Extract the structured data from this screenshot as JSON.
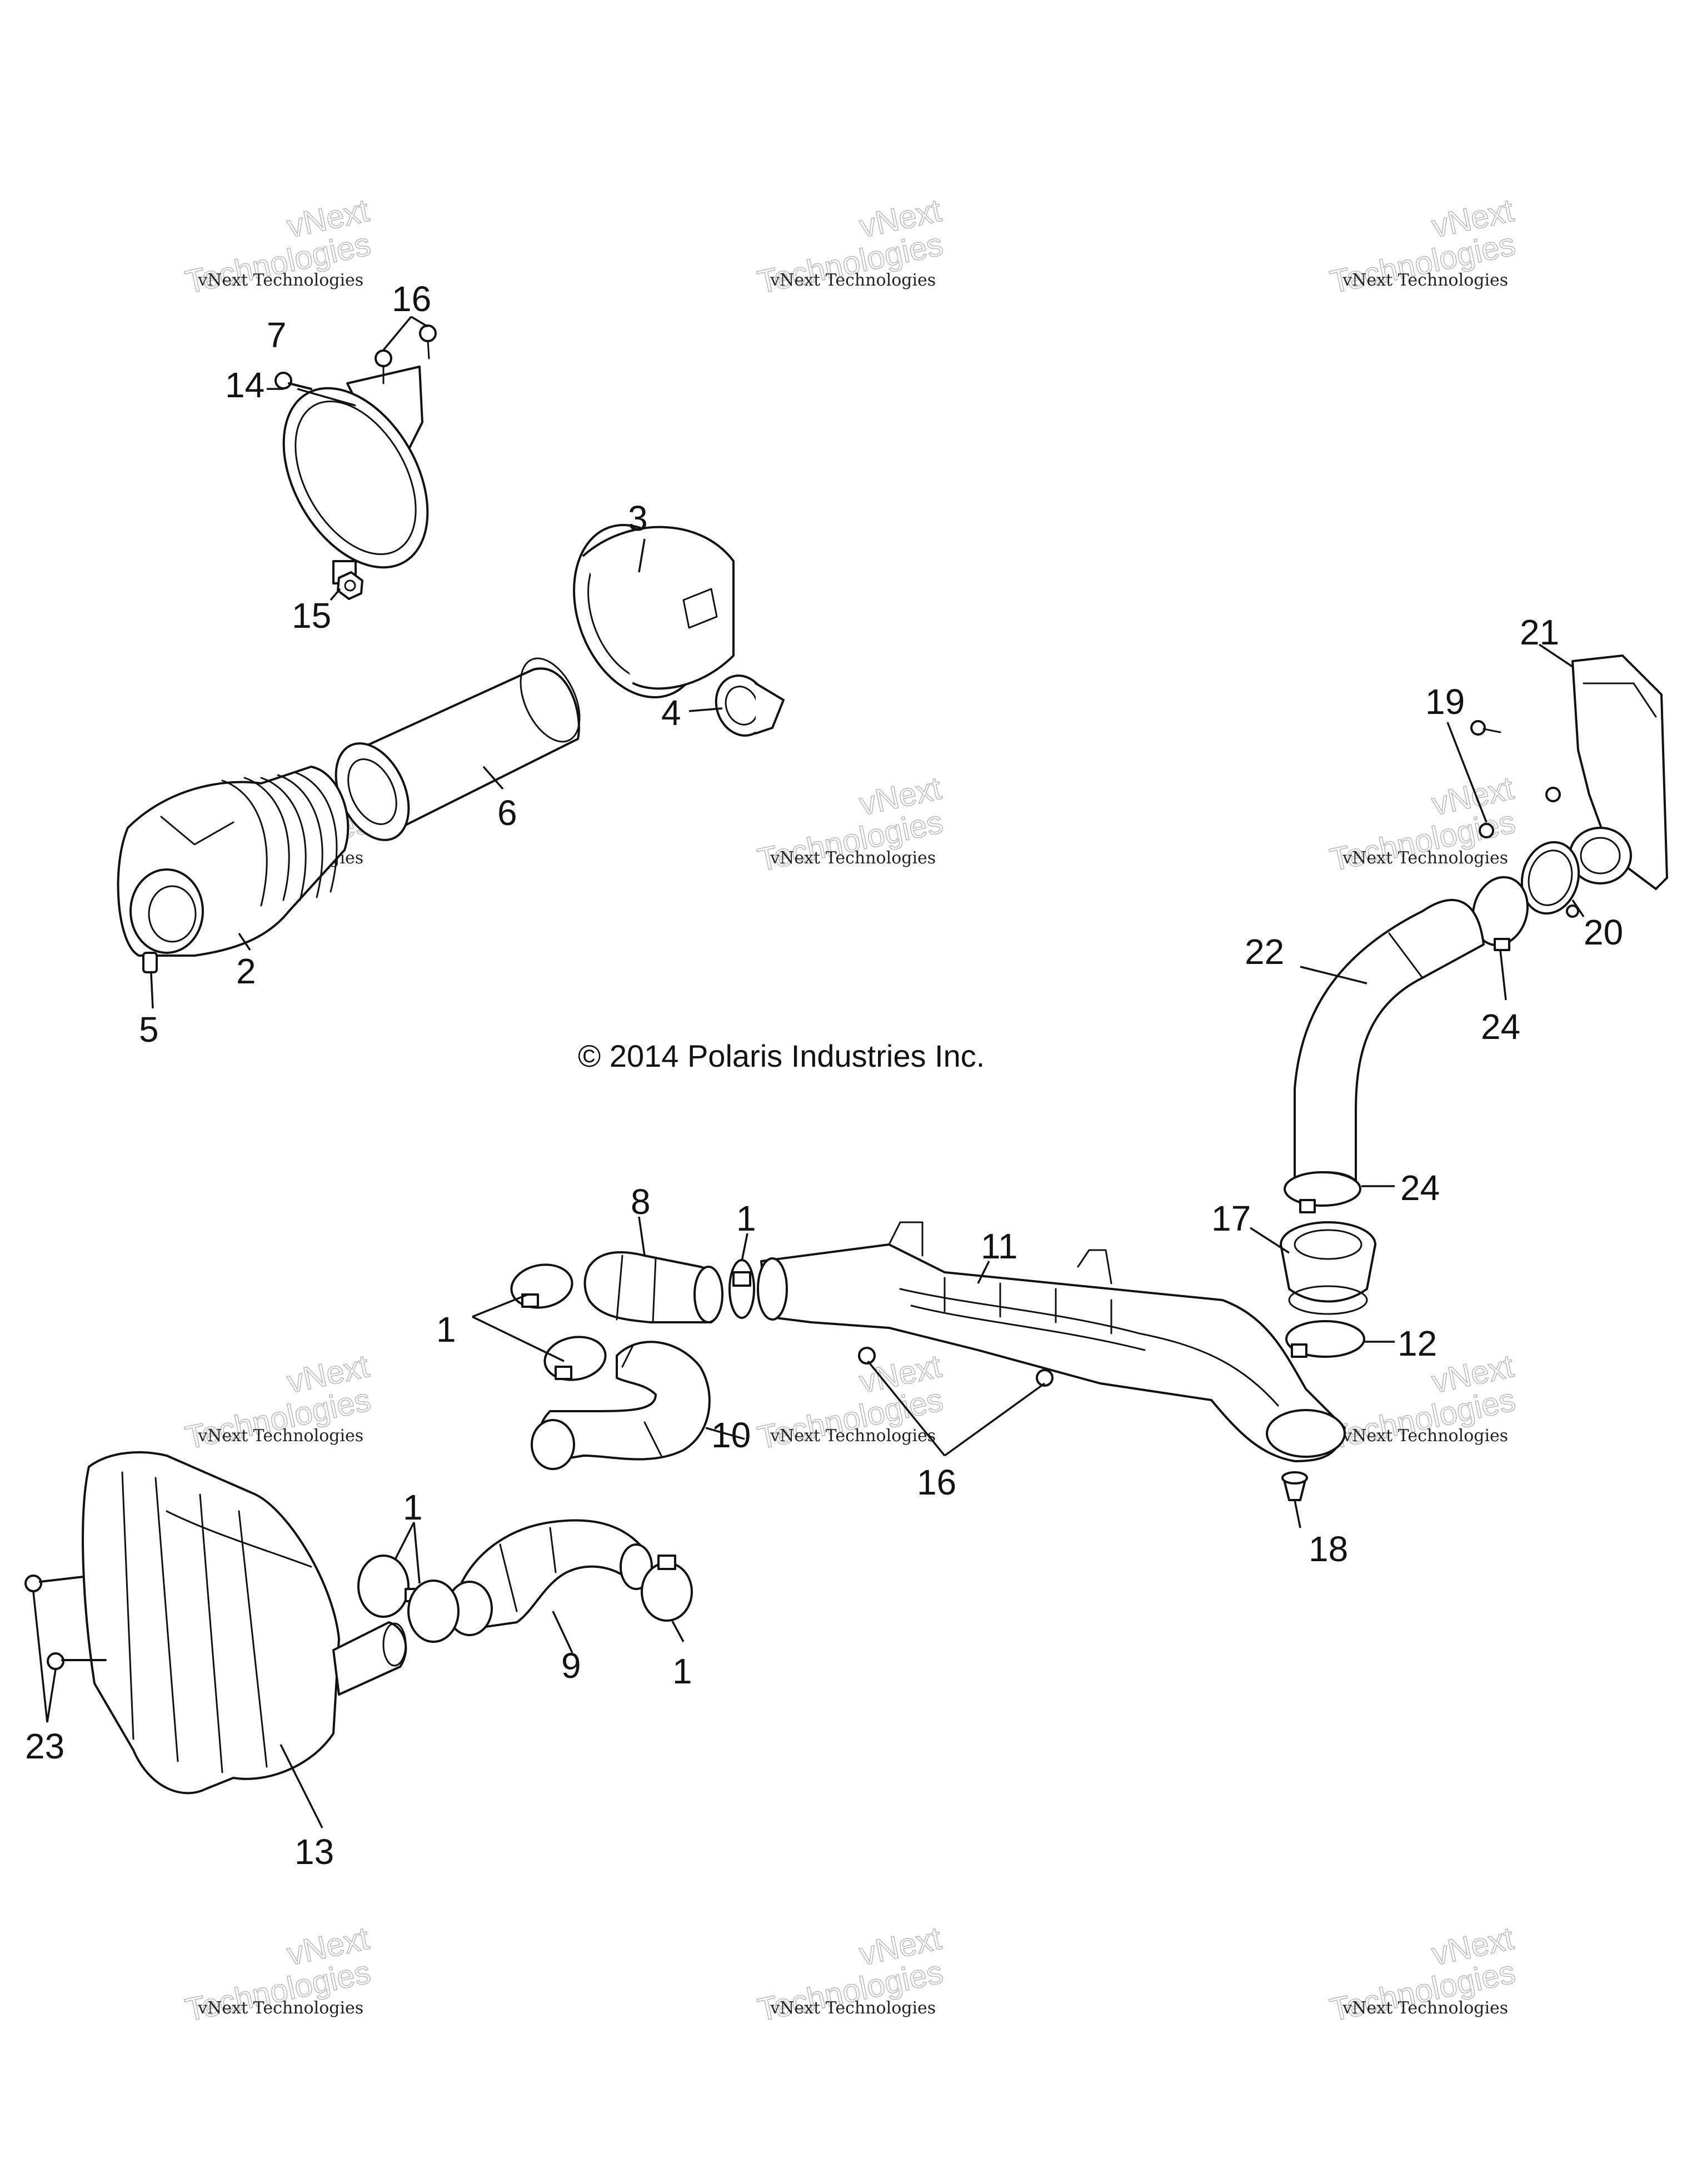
{
  "copyright": "© 2014 Polaris Industries Inc.",
  "watermark": {
    "line1": "vNext Technologies",
    "line2": "Technologies",
    "line3": "vNext"
  },
  "callouts": {
    "c1a": "1",
    "c1b": "1",
    "c1c": "1",
    "c1d": "1",
    "c2": "2",
    "c3": "3",
    "c4": "4",
    "c5": "5",
    "c6": "6",
    "c7": "7",
    "c8": "8",
    "c9": "9",
    "c10": "10",
    "c11": "11",
    "c12": "12",
    "c13": "13",
    "c14": "14",
    "c15": "15",
    "c16a": "16",
    "c16b": "16",
    "c17": "17",
    "c18": "18",
    "c19": "19",
    "c20": "20",
    "c21": "21",
    "c22": "22",
    "c23": "23",
    "c24a": "24",
    "c24b": "24"
  }
}
